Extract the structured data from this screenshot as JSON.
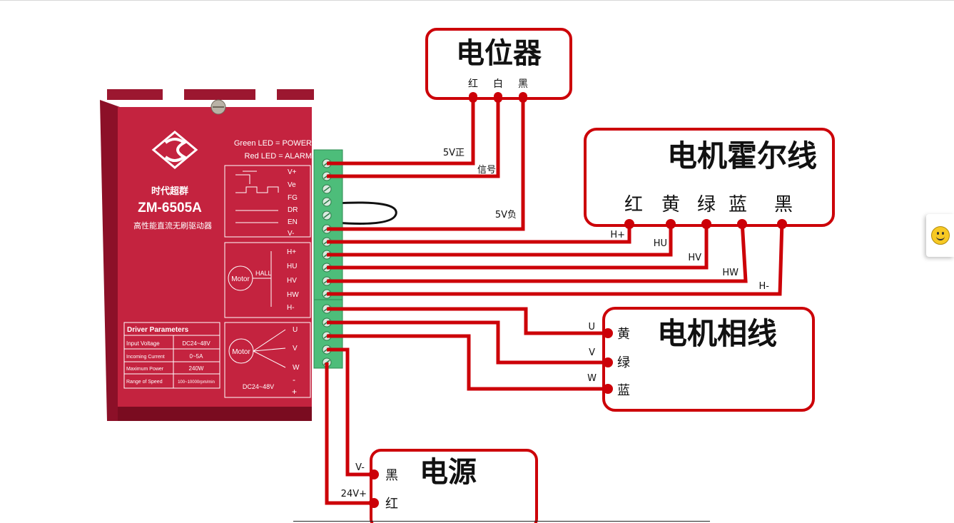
{
  "potentiometer": {
    "title": "电位器",
    "pins": [
      "红",
      "白",
      "黑"
    ],
    "wire_labels": [
      "5V正",
      "信号",
      "5V负"
    ]
  },
  "hall": {
    "title": "电机霍尔线",
    "colors": [
      "红",
      "黄",
      "绿",
      "蓝",
      "黑"
    ],
    "wire_labels": [
      "H+",
      "HU",
      "HV",
      "HW",
      "H-"
    ]
  },
  "phase": {
    "title": "电机相线",
    "colors": [
      "黄",
      "绿",
      "蓝"
    ],
    "wire_labels": [
      "U",
      "V",
      "W"
    ]
  },
  "power": {
    "title": "电源",
    "colors": [
      "黑",
      "红"
    ],
    "wire_labels": [
      "V-",
      "24V+"
    ]
  },
  "device": {
    "brand": "时代超群",
    "model": "ZM-6505A",
    "subtitle": "高性能直流无刷驱动器",
    "led_green": "Green LED = POWER",
    "led_red": "Red LED = ALARM",
    "ctrl_terminals": [
      "V+",
      "Ve",
      "FG",
      "DR",
      "EN",
      "V-"
    ],
    "hall_terminals": [
      "H+",
      "HU",
      "HV",
      "HW",
      "H-"
    ],
    "hall_text": "HALL",
    "motor_text": "Motor",
    "phase_terminals": [
      "U",
      "V",
      "W"
    ],
    "supply_text": "DC24~48V",
    "supply_marks": [
      "-",
      "+"
    ],
    "params_title": "Driver Parameters",
    "params": [
      [
        "Input Voltage",
        "DC24~48V"
      ],
      [
        "Incoming Current",
        "0~5A"
      ],
      [
        "Maximum Power",
        "240W"
      ],
      [
        "Range of Speed",
        "100~10000rpm/min"
      ]
    ]
  },
  "colors": {
    "wire": "#cc0008",
    "device": "#c2203d",
    "box_border": "#cc0008"
  },
  "side_button": {
    "icon": "smiley-icon"
  }
}
